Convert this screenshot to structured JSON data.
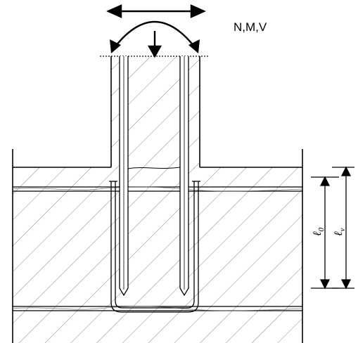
{
  "labels": {
    "loads": "N,M,V",
    "dim_l0": "ℓ",
    "dim_l0_sub": "0",
    "dim_lv": "ℓ",
    "dim_lv_sub": "v"
  }
}
